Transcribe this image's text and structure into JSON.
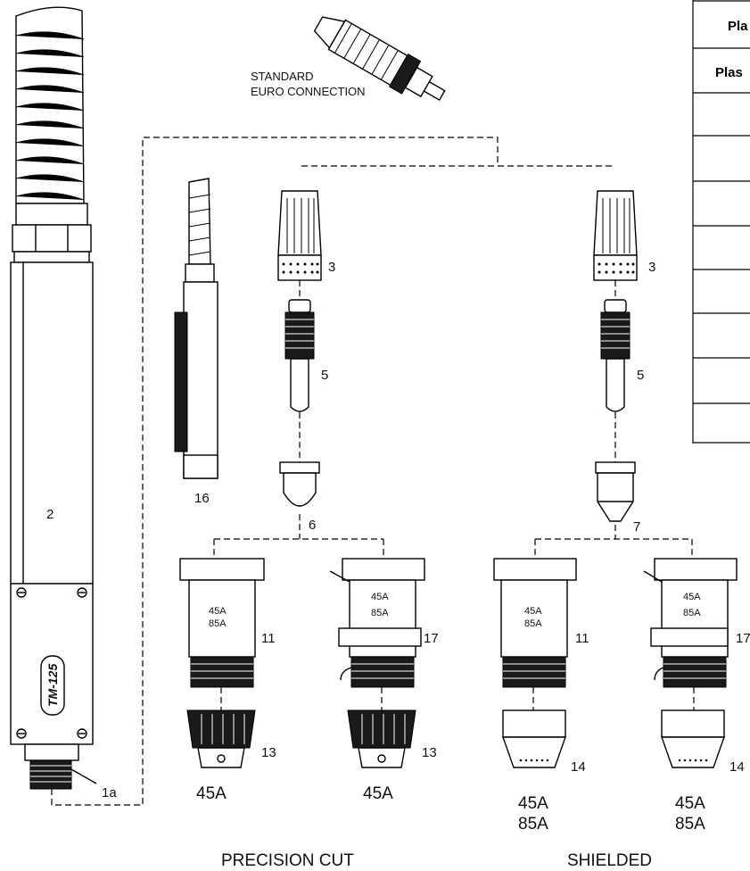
{
  "connector": {
    "caption_line1": "STANDARD",
    "caption_line2": "EURO CONNECTION"
  },
  "torch": {
    "model": "TM-125",
    "body_label": "2",
    "fitting_label": "1a"
  },
  "callouts": {
    "retaining_cap_left": "3",
    "retaining_cap_right": "3",
    "electrode_left": "5",
    "electrode_right": "5",
    "tip_rounded": "6",
    "tip_pointed": "7",
    "alt_torch": "16",
    "cup_a": "11",
    "cup_b": "17",
    "cup_c": "11",
    "cup_d": "17",
    "deflector_a": "13",
    "deflector_b": "13",
    "shield_c": "14",
    "shield_d": "14"
  },
  "cup_ratings": {
    "a": [
      "45A",
      "85A"
    ],
    "b": [
      "45A",
      "85A"
    ],
    "c": [
      "45A",
      "85A"
    ],
    "d": [
      "45A",
      "85A"
    ]
  },
  "amp_labels": {
    "a": "45A",
    "b": "45A",
    "c_line1": "45A",
    "c_line2": "85A",
    "d_line1": "45A",
    "d_line2": "85A"
  },
  "sections": {
    "precision": "PRECISION CUT",
    "shielded": "SHIELDED"
  },
  "table": {
    "header_row1": "Pla",
    "header_row2": "Plas",
    "row_count": 8
  }
}
